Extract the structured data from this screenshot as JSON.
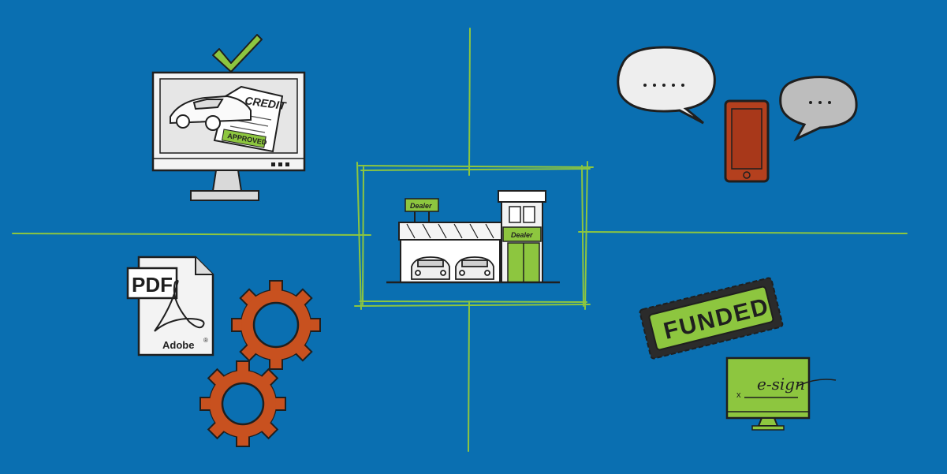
{
  "colors": {
    "background": "#0a6fb1",
    "accent_green": "#8dc63f",
    "gear_orange": "#c8511f",
    "phone_red": "#b4401e",
    "ink": "#1f1f1f",
    "bubble_white": "#eeeeee",
    "bubble_gray": "#bdbdbd"
  },
  "icons": {
    "check": "checkmark-icon",
    "computer": "desktop-monitor-icon",
    "dealership": "car-dealership-icon",
    "chat": "speech-bubble-icon",
    "phone": "smartphone-icon",
    "pdf": "pdf-document-icon",
    "gears": "gear-icon",
    "stamp": "stamp-icon",
    "esign": "e-signature-monitor-icon"
  },
  "monitor": {
    "credit_text": "CREDIT",
    "approved_text": "APPROVED"
  },
  "dealership": {
    "sign_text": "Dealer",
    "store_text": "Dealer"
  },
  "pdf": {
    "badge": "PDF",
    "brand": "Adobe",
    "registered_mark": "®"
  },
  "funded": {
    "text": "FUNDED"
  },
  "esign": {
    "x_mark": "x",
    "signature": "e-sign"
  }
}
